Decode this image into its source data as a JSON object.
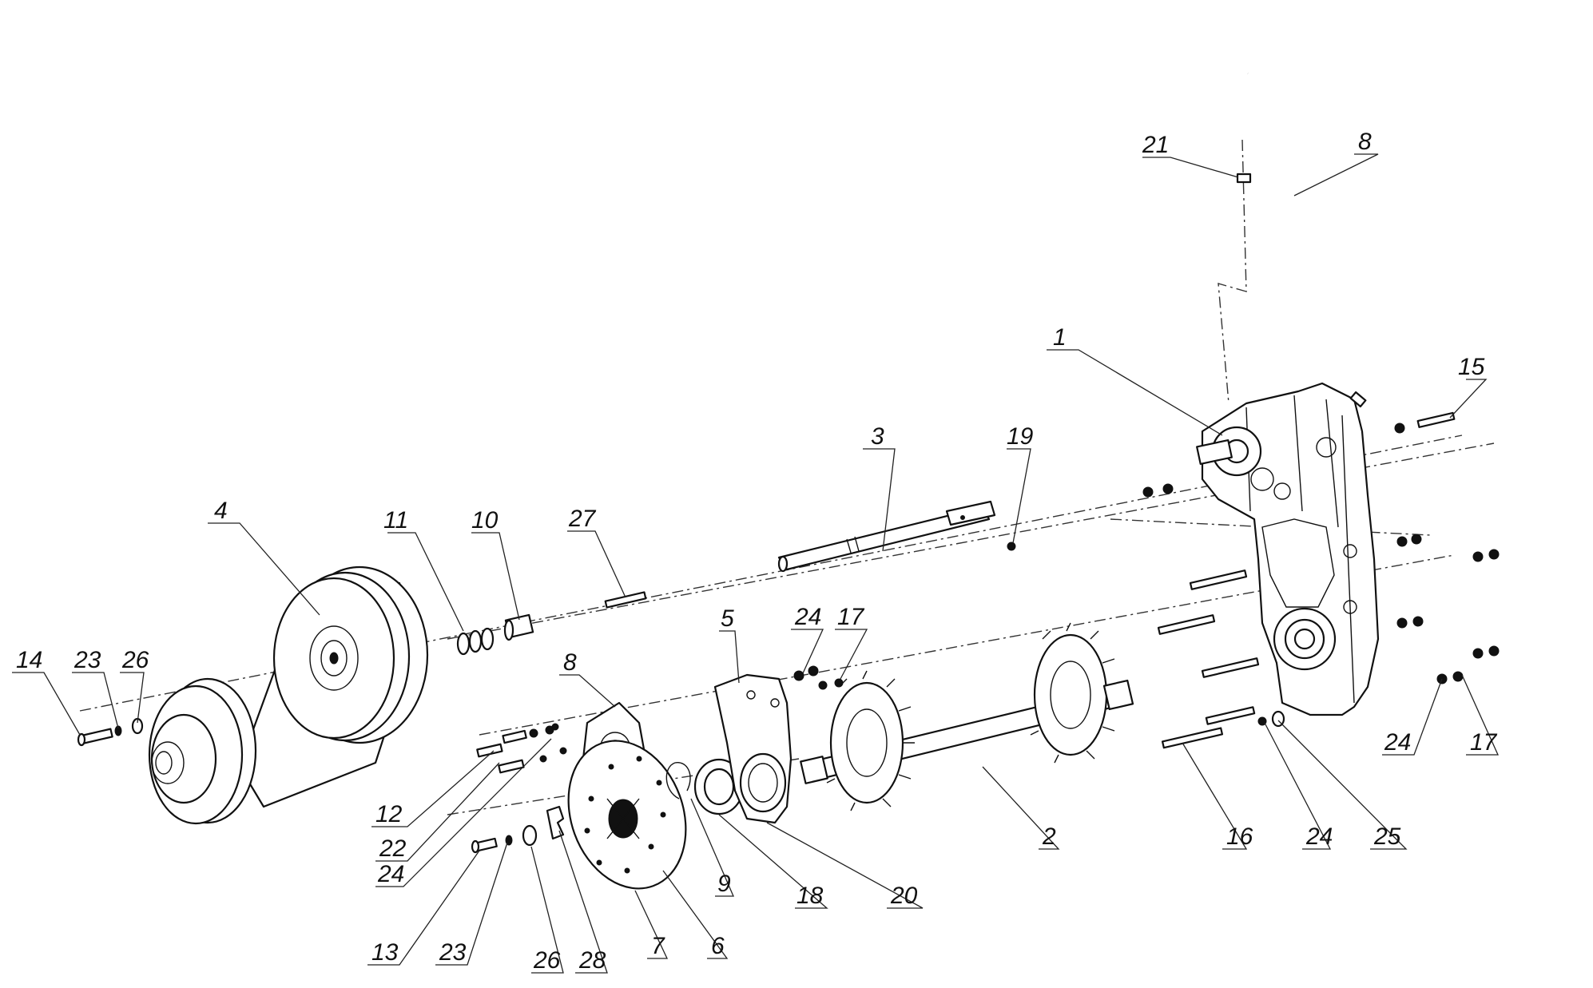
{
  "title": "Exploded view — tiller transmission assembly",
  "callouts": [
    {
      "id": "c1",
      "label": "1"
    },
    {
      "id": "c2",
      "label": "2"
    },
    {
      "id": "c3",
      "label": "3"
    },
    {
      "id": "c4",
      "label": "4"
    },
    {
      "id": "c5",
      "label": "5"
    },
    {
      "id": "c6",
      "label": "6"
    },
    {
      "id": "c7",
      "label": "7"
    },
    {
      "id": "c8a",
      "label": "8"
    },
    {
      "id": "c8b",
      "label": "8"
    },
    {
      "id": "c9",
      "label": "9"
    },
    {
      "id": "c10",
      "label": "10"
    },
    {
      "id": "c11",
      "label": "11"
    },
    {
      "id": "c12",
      "label": "12"
    },
    {
      "id": "c13",
      "label": "13"
    },
    {
      "id": "c14",
      "label": "14"
    },
    {
      "id": "c15",
      "label": "15"
    },
    {
      "id": "c16",
      "label": "16"
    },
    {
      "id": "c17a",
      "label": "17"
    },
    {
      "id": "c17b",
      "label": "17"
    },
    {
      "id": "c18",
      "label": "18"
    },
    {
      "id": "c19",
      "label": "19"
    },
    {
      "id": "c20",
      "label": "20"
    },
    {
      "id": "c21",
      "label": "21"
    },
    {
      "id": "c22",
      "label": "22"
    },
    {
      "id": "c23a",
      "label": "23"
    },
    {
      "id": "c23b",
      "label": "23"
    },
    {
      "id": "c24a",
      "label": "24"
    },
    {
      "id": "c24b",
      "label": "24"
    },
    {
      "id": "c24c",
      "label": "24"
    },
    {
      "id": "c24d",
      "label": "24"
    },
    {
      "id": "c25",
      "label": "25"
    },
    {
      "id": "c26a",
      "label": "26"
    },
    {
      "id": "c26b",
      "label": "26"
    },
    {
      "id": "c27",
      "label": "27"
    },
    {
      "id": "c28",
      "label": "28"
    }
  ]
}
